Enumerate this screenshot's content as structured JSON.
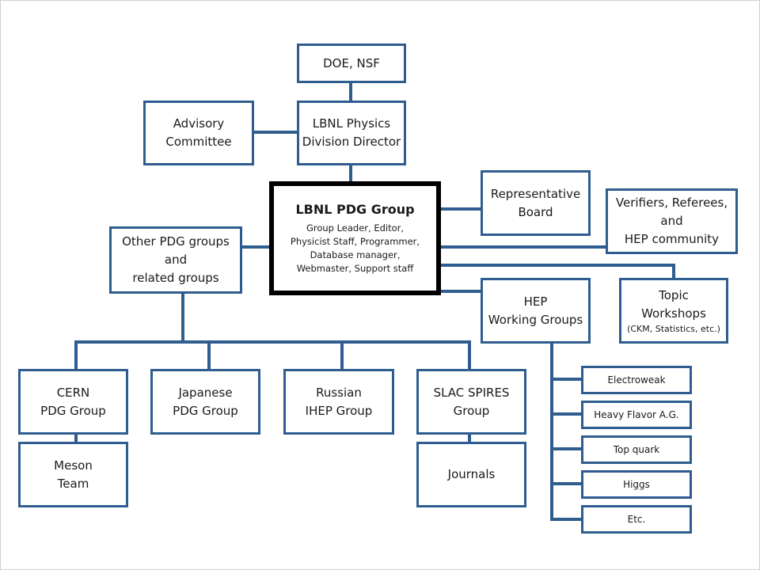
{
  "nodes": {
    "doe": [
      "DOE, NSF"
    ],
    "advisory": [
      "Advisory",
      "Committee"
    ],
    "director": [
      "LBNL Physics",
      "Division Director"
    ],
    "pdg_title": "LBNL  PDG Group",
    "pdg_staff": [
      "Group Leader, Editor,",
      "Physicist Staff, Programmer,",
      "Database  manager,",
      "Webmaster, Support staff"
    ],
    "representative": [
      "Representative",
      "Board"
    ],
    "verifiers": [
      "Verifiers, Referees,",
      "and",
      "HEP community"
    ],
    "other_pdg": [
      "Other PDG groups",
      "and",
      "related groups"
    ],
    "hep_working": [
      "HEP",
      "Working Groups"
    ],
    "topic": [
      "Topic",
      "Workshops",
      "(CKM, Statistics, etc.)"
    ],
    "cern": [
      "CERN",
      "PDG Group"
    ],
    "japanese": [
      "Japanese",
      "PDG Group"
    ],
    "russian": [
      "Russian",
      "IHEP Group"
    ],
    "slac": [
      "SLAC SPIRES",
      "Group"
    ],
    "meson": [
      "Meson",
      "Team"
    ],
    "journals": [
      "Journals"
    ],
    "electroweak": [
      "Electroweak"
    ],
    "heavy_flavor": [
      "Heavy Flavor A.G."
    ],
    "top_quark": [
      "Top quark"
    ],
    "higgs": [
      "Higgs"
    ],
    "etc": [
      "Etc."
    ]
  },
  "colors": {
    "border": "#2f5d8f",
    "center_border": "#000000",
    "connector": "#2f5d8f"
  }
}
